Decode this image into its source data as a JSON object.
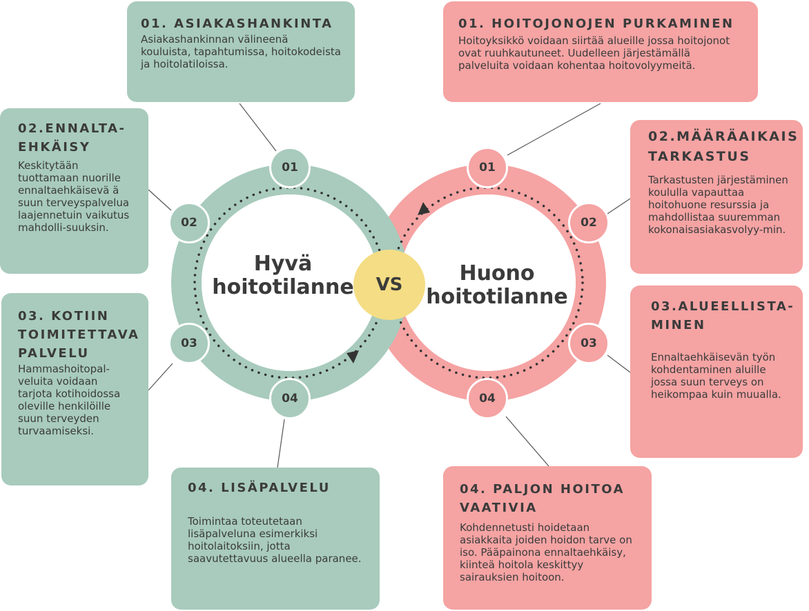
{
  "colors": {
    "green": "#a8cbbd",
    "pink": "#f5a3a3",
    "vs": "#f4dd84"
  },
  "center": {
    "good": "Hyvä hoitotilanne",
    "bad": "Huono hoitotilanne",
    "vs": "VS"
  },
  "numbers": [
    "01",
    "02",
    "03",
    "04"
  ],
  "green_boxes": [
    {
      "title": "01. ASIAKASHANKINTA",
      "text": "Asiakashankinnan välineenä kouluista, tapahtumissa, hoitokodeista ja hoitolatiloissa."
    },
    {
      "title": "02.ENNALTA-EHKÄISY",
      "text": "Keskitytään tuottamaan nuorille ennaltaehkäisevä ä suun terveyspalvelua laajennetuin vaikutus mahdolli-suuksin."
    },
    {
      "title": "03. KOTIIN TOIMITETTAVA PALVELU",
      "text": "Hammashoitopal-veluita voidaan tarjota kotihoidossa oleville henkilöille suun terveyden turvaamiseksi."
    },
    {
      "title": "04. LISÄPALVELU",
      "text": "Toimintaa toteutetaan lisäpalveluna esimerkiksi hoitolaitoksiin, jotta saavutettavuus alueella paranee."
    }
  ],
  "pink_boxes": [
    {
      "title": "01. HOITOJONOJEN PURKAMINEN",
      "text": "Hoitoyksikkö voidaan siirtää alueille jossa hoitojonot ovat ruuhkautuneet. Uudelleen järjestämällä palveluita voidaan kohentaa hoitovolyymeitä."
    },
    {
      "title": "02.MÄÄRÄAIKAIS TARKASTUS",
      "text": "Tarkastusten järjestäminen koululla vapauttaa hoitohuone resurssia ja mahdollistaa suuremman kokonaisasiakasvolyy-min."
    },
    {
      "title": "03.ALUEELLISTA-MINEN",
      "text": "Ennaltaehkäisevän työn kohdentaminen aluille jossa suun terveys on heikompaa kuin muualla."
    },
    {
      "title": "04. PALJON HOITOA VAATIVIA",
      "text": "Kohdennetusti hoidetaan asiakkaita joiden hoidon tarve on iso. Pääpainona ennaltaehkäisy, kiinteä hoitola keskittyy sairauksien hoitoon."
    }
  ]
}
